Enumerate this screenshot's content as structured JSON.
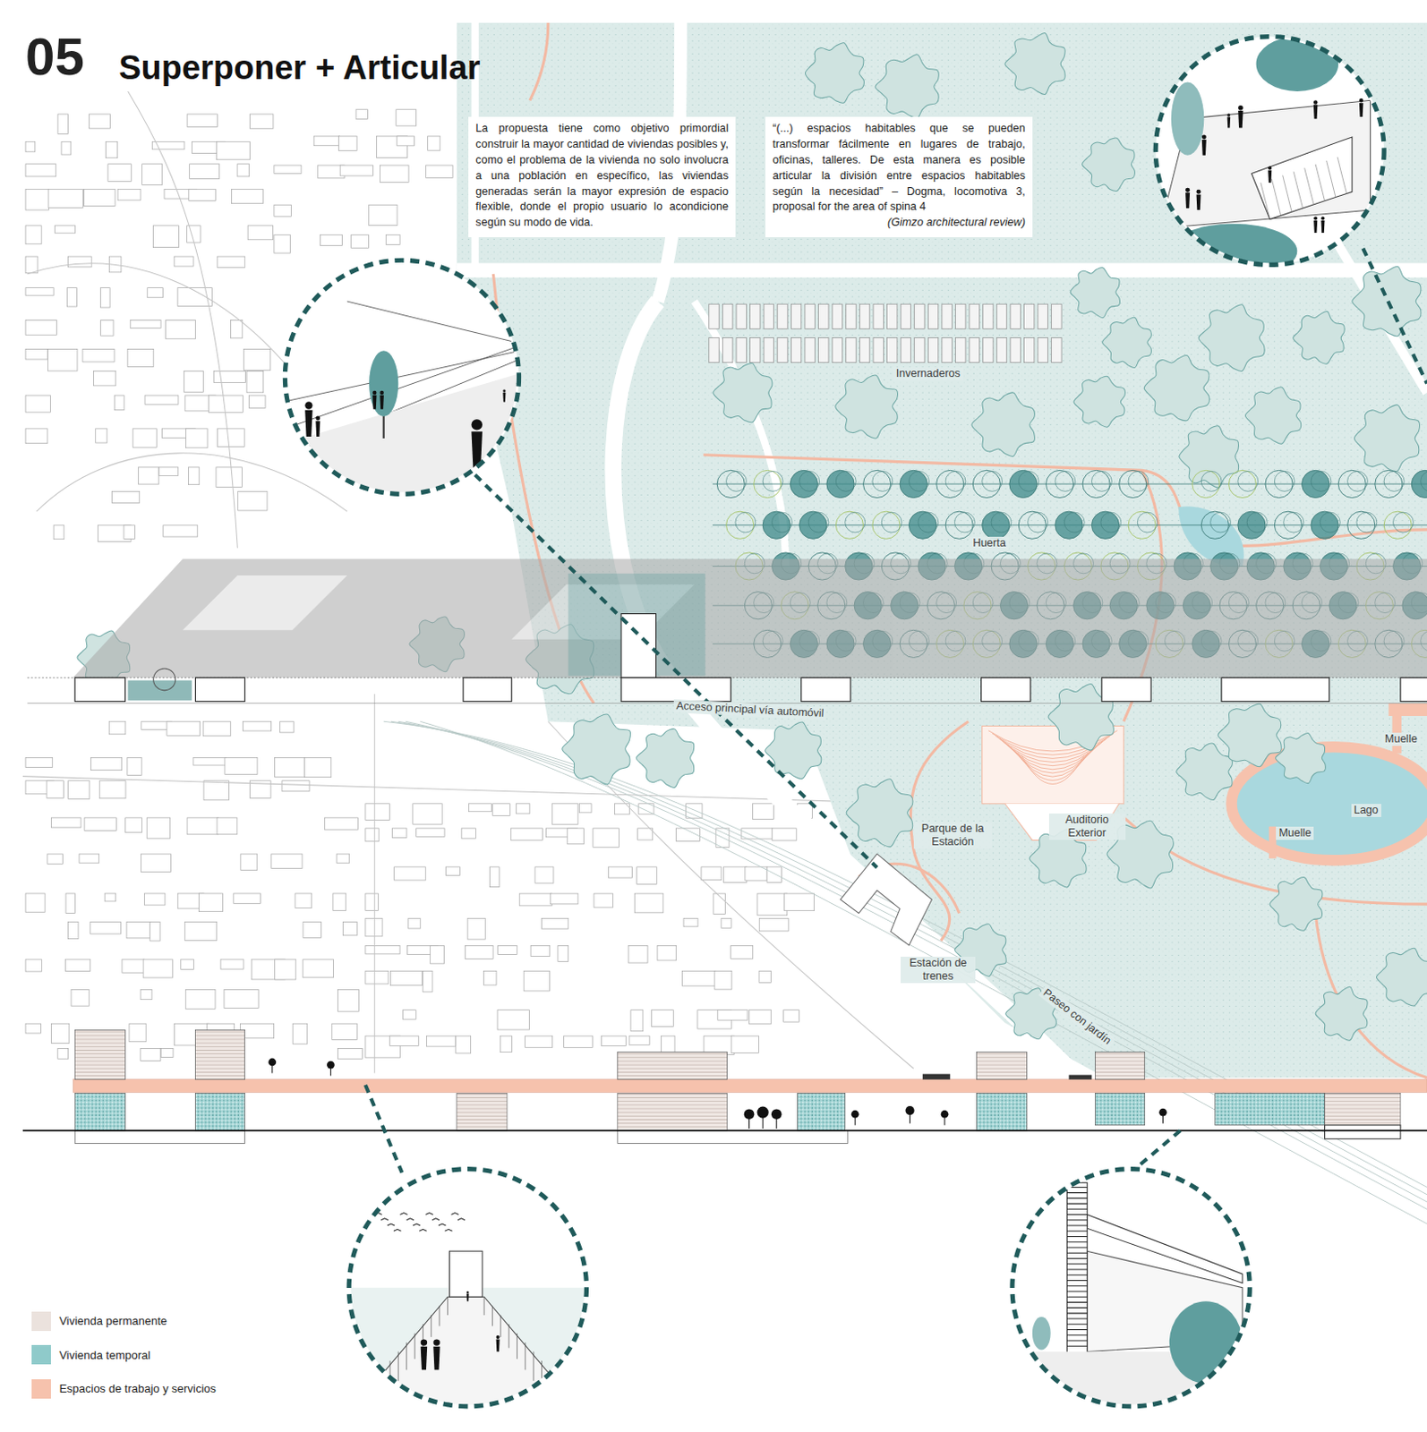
{
  "diagram": {
    "title": "Superponer + Articular",
    "nodes": [
      {
        "text": [
          "La propuesta tiene como objetivo primordial construir la mayor cantidad de viviendas posibles y, como el problema de la vivienda no solo involucra a una población en específico, las viviendas generadas serán la mayor expresión de espacio flexible, donde el propio usuario lo acondicione según su modo de vida."
        ]
      },
      {
        "text": [
          "“(...) espacios habitables que se pueden transformar fácilmente en lugares de trabajo, oficinas, talleres. De esta manera es posible articular la división entre espacios habitables según la necesidad” – Dogma, locomotiva 3, proposal for the area of spina 4",
          "(Gimzo architectural review)"
        ]
      }
    ],
    "labels": [
      "05",
      "Invernaderos",
      "Huerta",
      "Acceso principal vía automóvil",
      "Muelle",
      "Lago",
      "Muelle",
      "Auditorio Exterior",
      "Parque de la Estación",
      "Estación de trenes",
      "Paseo con jardín"
    ],
    "legend": [
      {
        "text": "Vivienda permanente",
        "color": "#ebe2dd"
      },
      {
        "text": "Vivienda temporal",
        "color": "#8fcaca"
      },
      {
        "text": "Espacios de trabajo y servicios",
        "color": "#f6c2ad"
      }
    ]
  }
}
